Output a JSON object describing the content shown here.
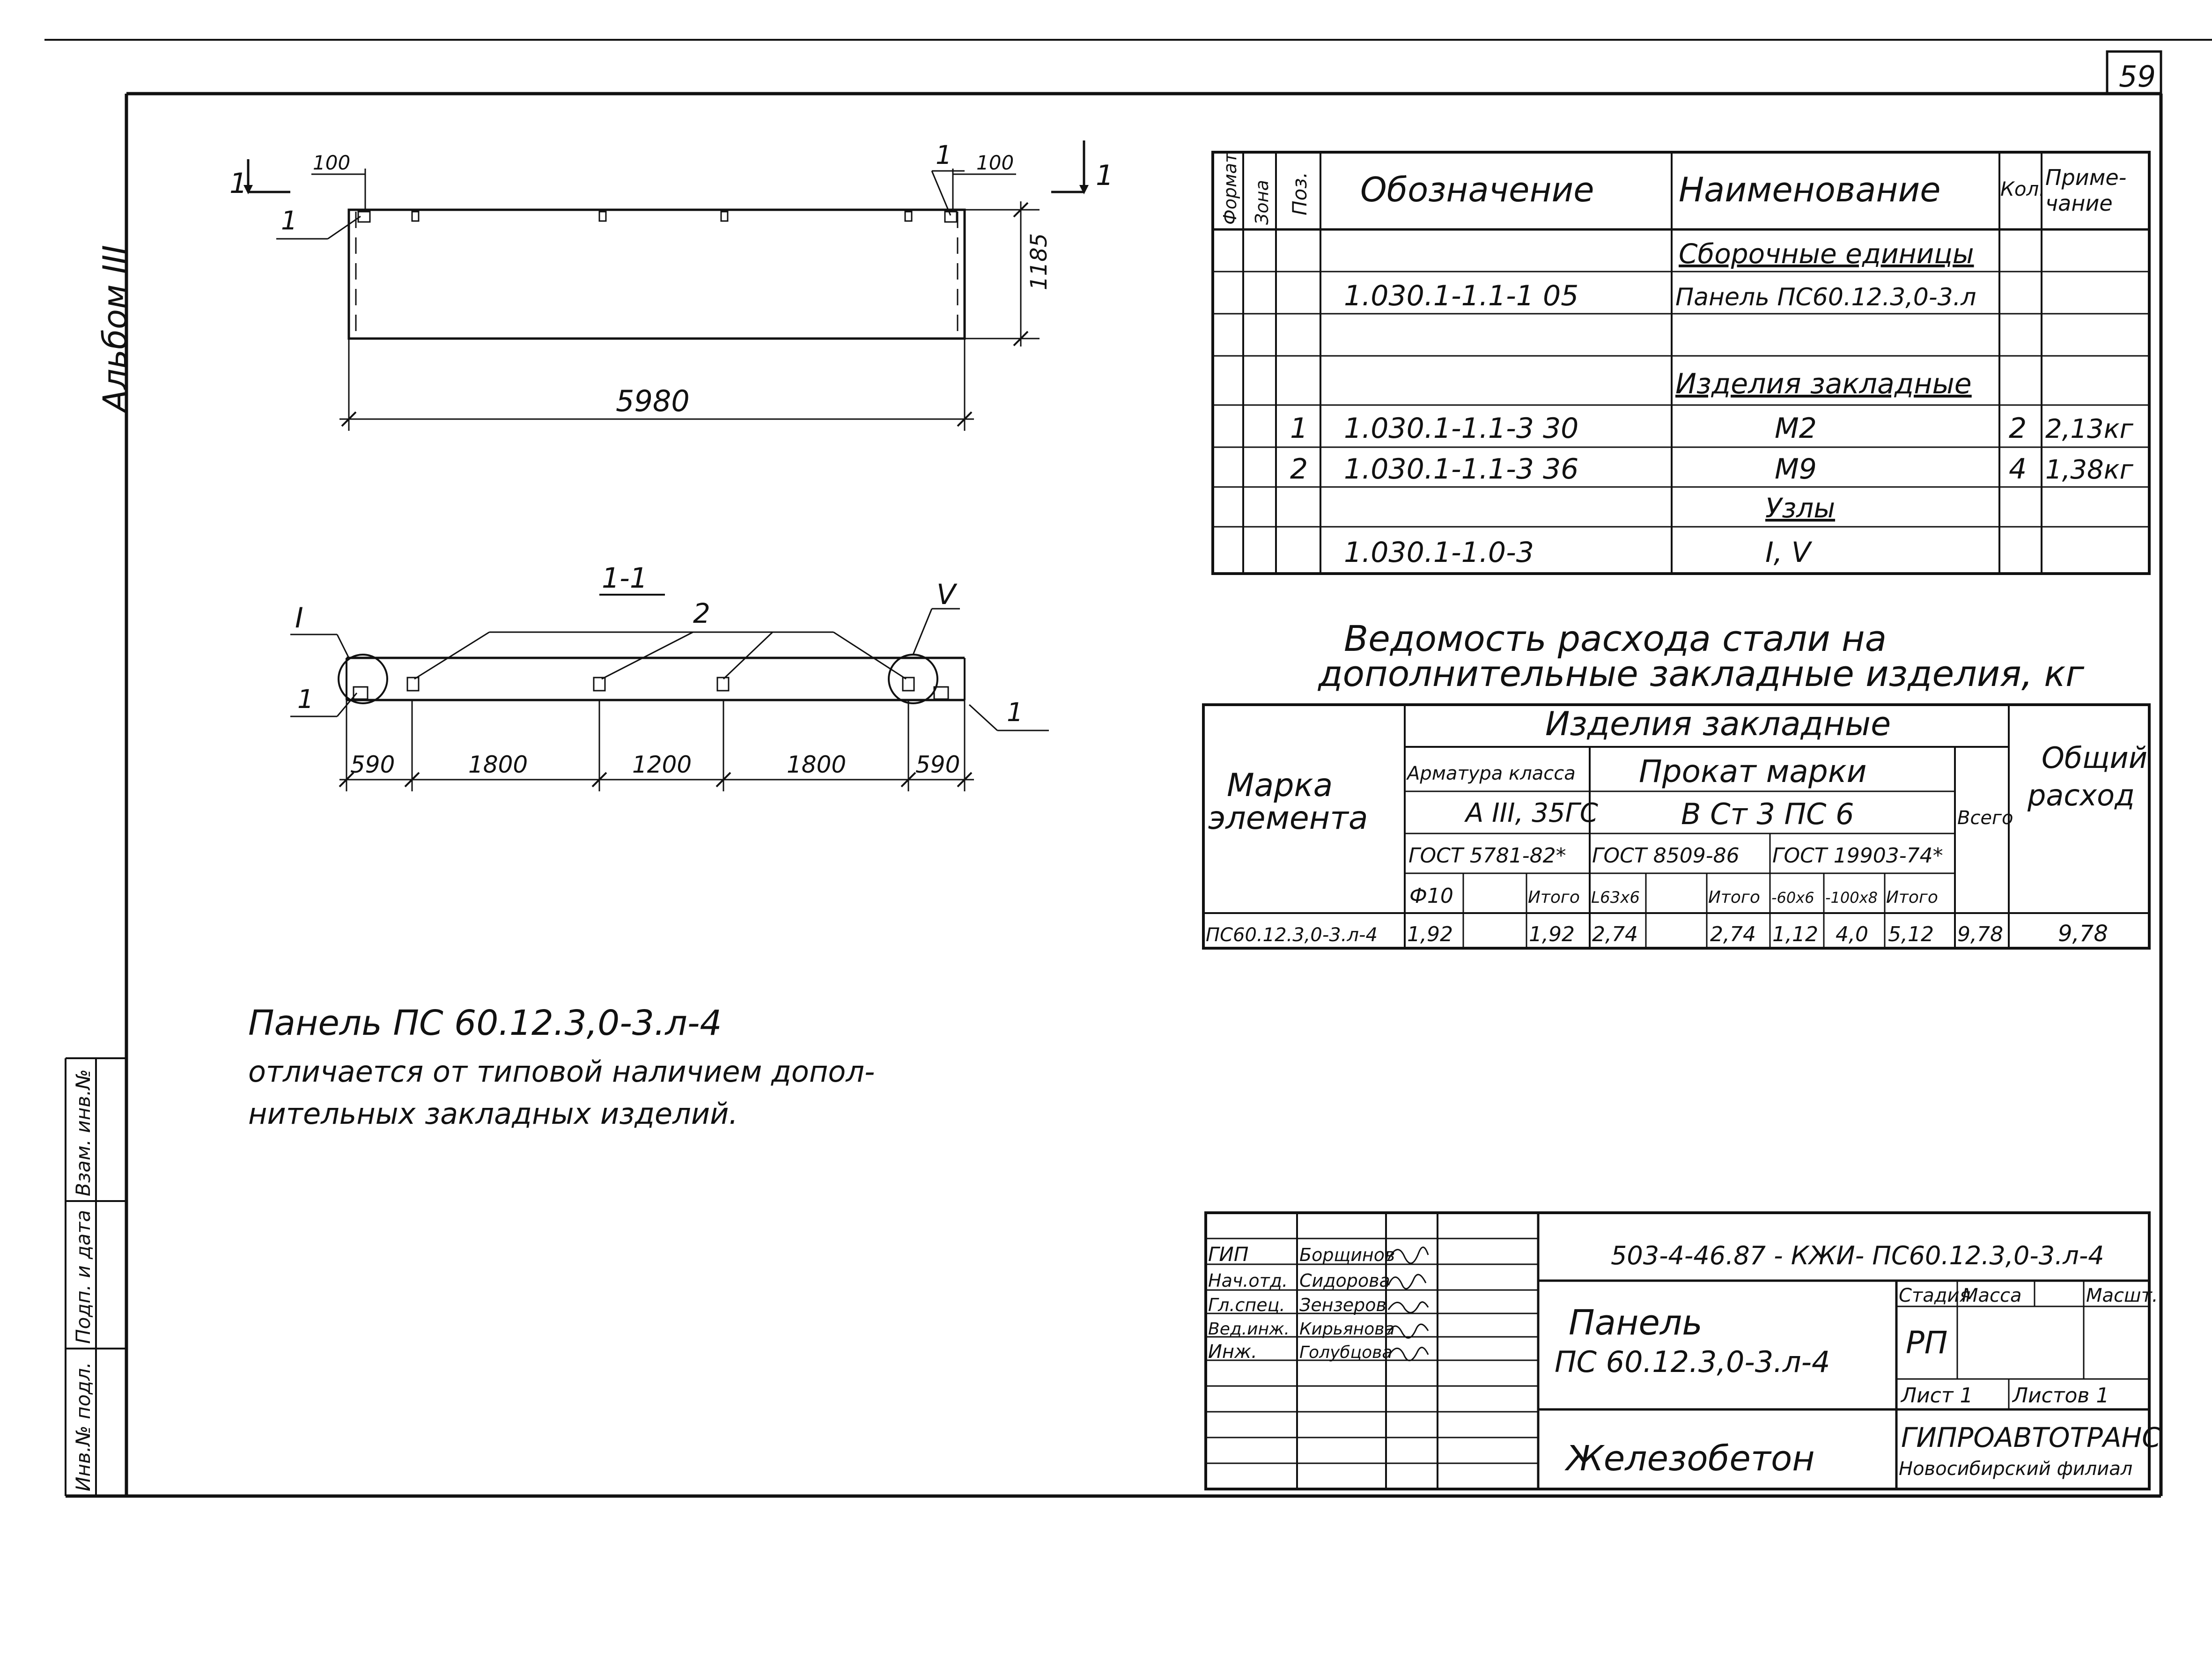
{
  "page_number": "59",
  "album_label": "Альбом III",
  "drawing": {
    "section_mark": "1",
    "offset_left": "100",
    "offset_right": "100",
    "height_dim": "1185",
    "length_dim": "5980",
    "section_title": "1-1",
    "node_left": "I",
    "node_right": "V",
    "pos_1": "1",
    "pos_2": "2",
    "spans": [
      "590",
      "1800",
      "1200",
      "1800",
      "590"
    ]
  },
  "spec_table": {
    "headers": {
      "format": "Формат",
      "zone": "Зона",
      "pos": "Поз.",
      "designation": "Обозначение",
      "name": "Наименование",
      "qty": "Кол.",
      "note_l1": "Приме-",
      "note_l2": "чание"
    },
    "rows": [
      {
        "pos": "",
        "designation": "",
        "name": "Сборочные единицы",
        "qty": "",
        "note": ""
      },
      {
        "pos": "",
        "designation": "1.030.1-1.1-1 05",
        "name": "Панель ПС60.12.3,0-3.л",
        "qty": "",
        "note": ""
      },
      {
        "pos": "",
        "designation": "",
        "name": "",
        "qty": "",
        "note": ""
      },
      {
        "pos": "",
        "designation": "",
        "name": "Изделия закладные",
        "qty": "",
        "note": ""
      },
      {
        "pos": "1",
        "designation": "1.030.1-1.1-3 30",
        "name": "М2",
        "qty": "2",
        "note": "2,13кг"
      },
      {
        "pos": "2",
        "designation": "1.030.1-1.1-3 36",
        "name": "М9",
        "qty": "4",
        "note": "1,38кг"
      },
      {
        "pos": "",
        "designation": "",
        "name": "Узлы",
        "qty": "",
        "note": ""
      },
      {
        "pos": "",
        "designation": "1.030.1-1.0-3",
        "name": "I, V",
        "qty": "",
        "note": ""
      }
    ]
  },
  "steel_table": {
    "title_l1": "Ведомость расхода стали на",
    "title_l2": "дополнительные закладные изделия, кг",
    "mark_l1": "Марка",
    "mark_l2": "элемента",
    "group": "Изделия закладные",
    "rebar_class": "Арматура класса",
    "rebar_grade": "А III, 35ГС",
    "rolled": "Прокат марки",
    "rolled_grade": "В Ст 3 ПС 6",
    "gost1": "ГОСТ 5781-82*",
    "gost2": "ГОСТ 8509-86",
    "gost3": "ГОСТ 19903-74*",
    "sub": [
      "Ф10",
      "",
      "Итого",
      "L63х6",
      "",
      "Итого",
      "-60х6",
      "-100х8",
      "Итого"
    ],
    "total_label": "Всего",
    "overall_l1": "Общий",
    "overall_l2": "расход",
    "row_mark": "ПС60.12.3,0-3.л-4",
    "row_values": [
      "1,92",
      "",
      "1,92",
      "2,74",
      "",
      "2,74",
      "1,12",
      "4,0",
      "5,12",
      "9,78",
      "9,78"
    ]
  },
  "note": {
    "line1": "Панель ПС 60.12.3,0-3.л-4",
    "line2": "отличается от типовой наличием допол-",
    "line3": "нительных закладных изделий."
  },
  "left_strip": {
    "inv_orig": "Инв.№ подл.",
    "sign_date": "Подп. и дата",
    "replace_inv": "Взам. инв.№"
  },
  "title_block": {
    "code": "503-4-46.87  - КЖИ- ПС60.12.3,0-3.л-4",
    "roles": [
      "ГИП",
      "Нач.отд.",
      "Гл.спец.",
      "Вед.инж.",
      "Инж."
    ],
    "names": [
      "Борщинов",
      "Сидорова",
      "Зензеров",
      "Кирьянова",
      "Голубцова"
    ],
    "signatures": [
      "Борщ",
      "Сид",
      "Зенз",
      "Кирь",
      "Голуб"
    ],
    "title_l1": "Панель",
    "title_l2": "ПС 60.12.3,0-3.л-4",
    "stage_h": "Стадия",
    "mass_h": "Масса",
    "scale_h": "Масшт.",
    "stage": "РП",
    "sheet": "Лист 1",
    "sheets": "Листов 1",
    "material": "Железобетон",
    "org1": "ГИПРОАВТОТРАНС",
    "org2": "Новосибирский филиал"
  }
}
